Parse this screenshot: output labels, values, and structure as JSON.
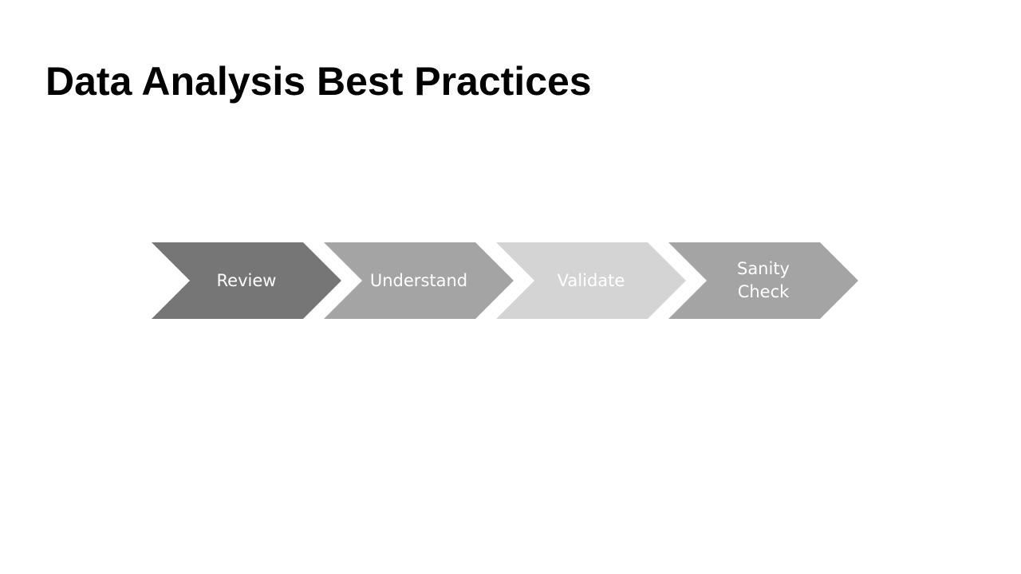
{
  "slide": {
    "title": "Data Analysis Best Practices"
  },
  "process": {
    "steps": [
      {
        "lines": [
          "Review"
        ],
        "fill": "#767676",
        "text_color": "#ffffff"
      },
      {
        "lines": [
          "Understand"
        ],
        "fill": "#a4a4a4",
        "text_color": "#ffffff"
      },
      {
        "lines": [
          "Validate"
        ],
        "fill": "#d4d4d4",
        "text_color": "#ffffff"
      },
      {
        "lines": [
          "Sanity",
          "Check"
        ],
        "fill": "#a4a4a4",
        "text_color": "#ffffff"
      }
    ]
  }
}
